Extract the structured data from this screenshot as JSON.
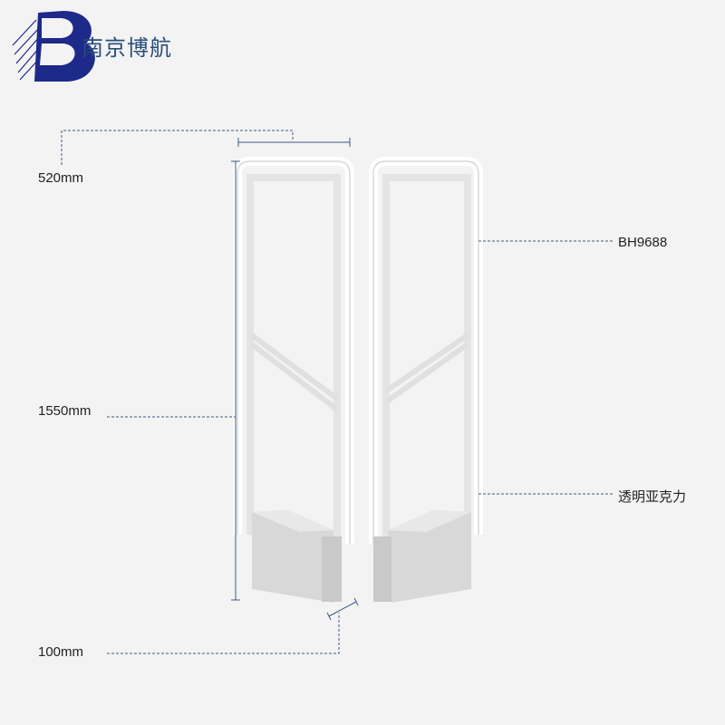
{
  "logo": {
    "letter": "B",
    "brand_name": "南京博航"
  },
  "dimensions": {
    "width": "520mm",
    "height": "1550mm",
    "depth": "100mm"
  },
  "callouts": {
    "model": "BH9688",
    "material": "透明亚克力"
  },
  "colors": {
    "dim_line": "#3d5b85",
    "background": "#f3f3f3",
    "brand": "#1d2a8a"
  }
}
